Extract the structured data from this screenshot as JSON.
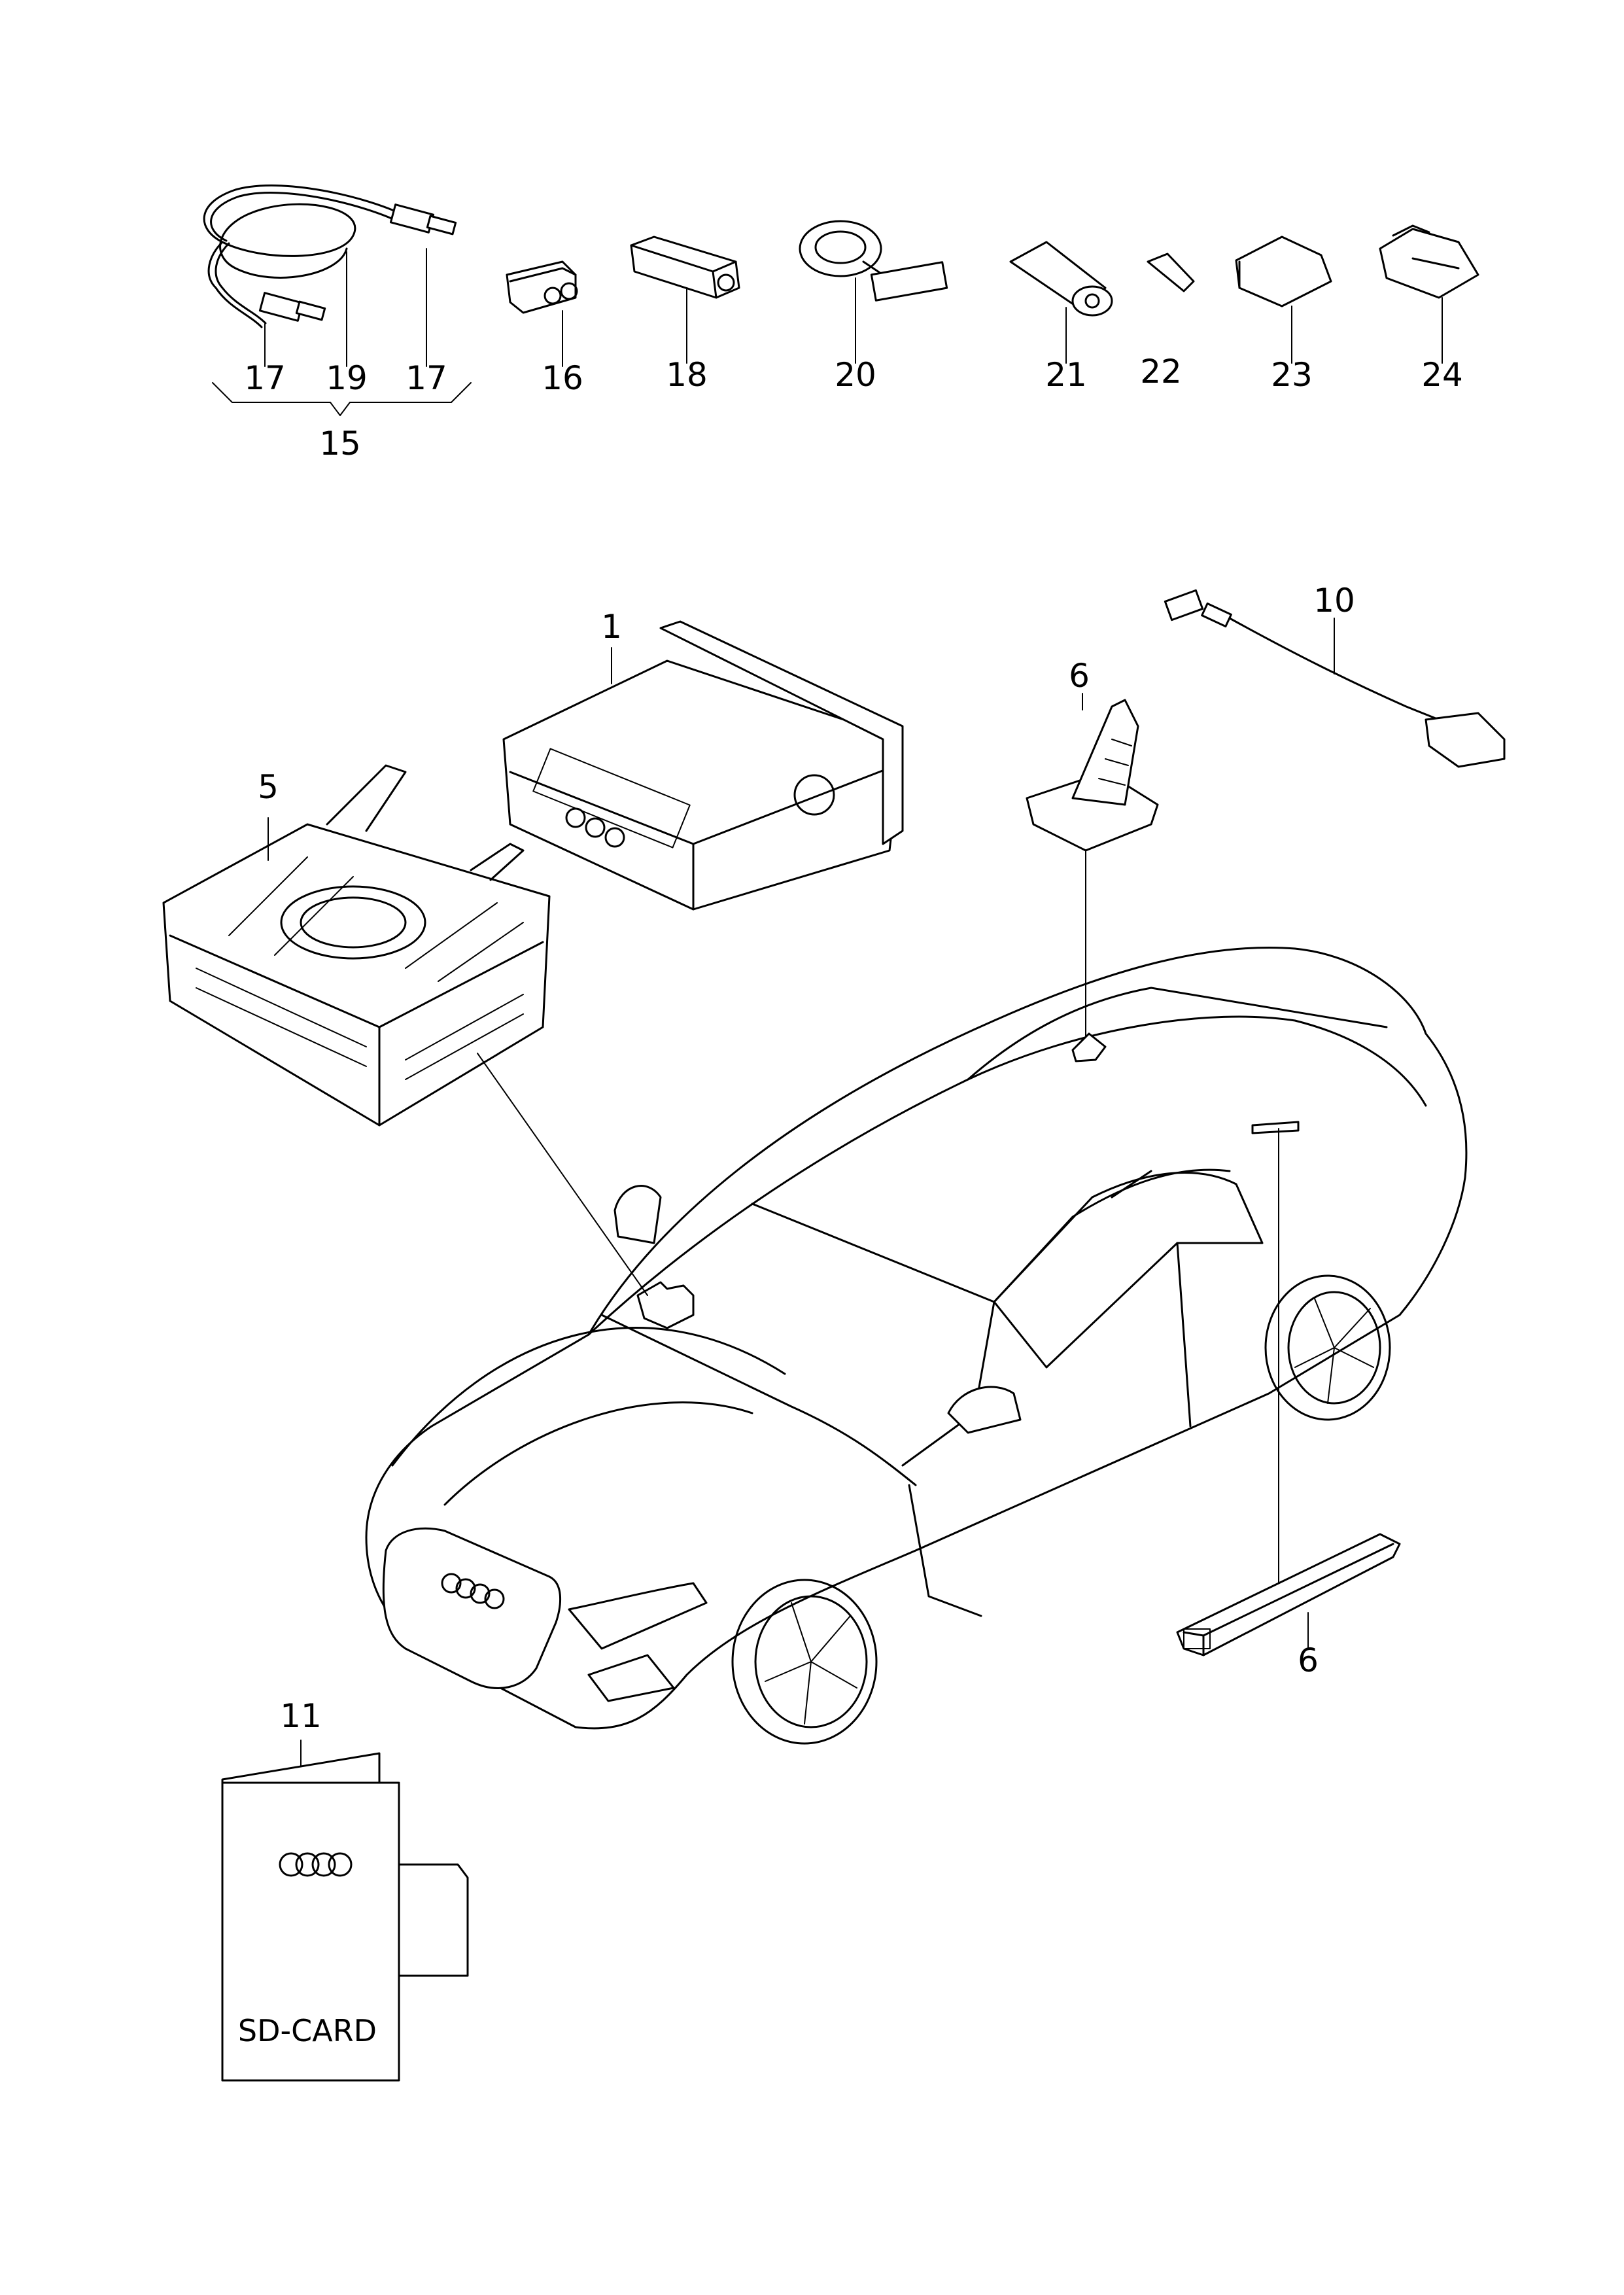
{
  "labels": {
    "p15": "15",
    "p16": "16",
    "p17a": "17",
    "p17b": "17",
    "p18": "18",
    "p19": "19",
    "p20": "20",
    "p21": "21",
    "p22": "22",
    "p23": "23",
    "p24": "24",
    "p1": "1",
    "p5": "5",
    "p6_antenna": "6",
    "p6_module": "6",
    "p10": "10",
    "p11": "11"
  },
  "sd_card": {
    "text": "SD-CARD",
    "logo": "four-rings-logo"
  },
  "colors": {
    "line": "#000000",
    "background": "#ffffff"
  }
}
